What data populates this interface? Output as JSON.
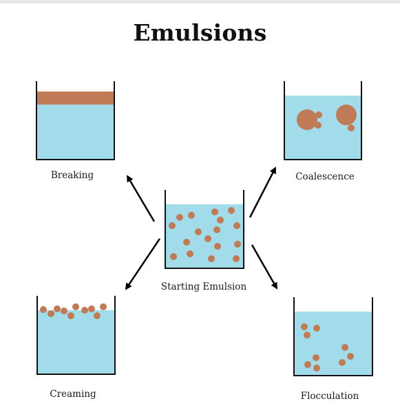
{
  "title": "Emulsions",
  "colors": {
    "water": "#a2dbea",
    "droplet": "#bf7b55",
    "outline": "#111111",
    "arrow": "#000000"
  },
  "labels": {
    "breaking": "Breaking",
    "coalescence": "Coalescence",
    "starting": "Starting Emulsion",
    "creaming": "Creaming",
    "flocculation": "Flocculation"
  }
}
